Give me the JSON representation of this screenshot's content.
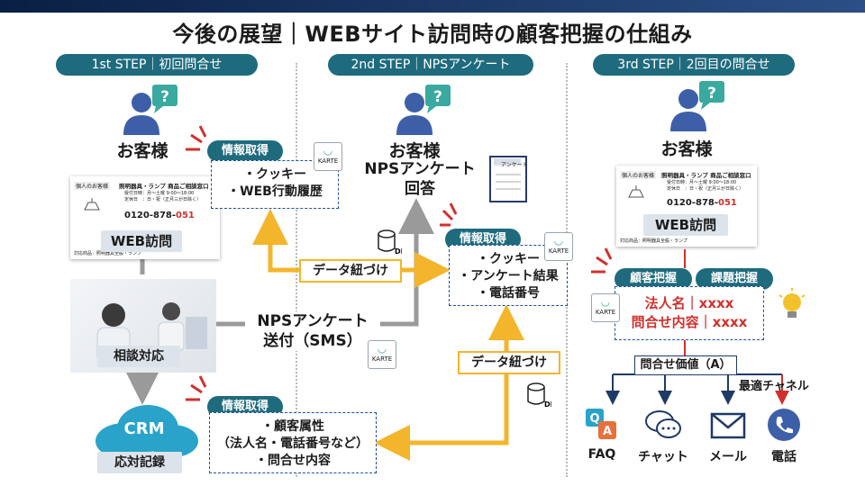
{
  "title": "今後の展望｜WEBサイト訪問時の顧客把握の仕組み",
  "steps": [
    "1st STEP｜初回問合せ",
    "2nd STEP｜NPSアンケート",
    "3rd STEP｜2回目の問合せ"
  ],
  "customer_label": "お客様",
  "card": {
    "badge": "個人のお客様",
    "heading": "照明器具・ランプ 商品ご相談窓口",
    "hours": "受付日時：月～土曜 9:00～18:00",
    "closed": "定休日　：日・祝（正月三が日除く）",
    "phone_prefix": "0120-878-",
    "phone_suffix": "051",
    "footer": "対応商品：照明器具全般・ランプ"
  },
  "web_visit": "WEB訪問",
  "consult": "相談対応",
  "crm": "CRM",
  "crm_record": "応対記録",
  "info_tag": "情報取得",
  "info1": [
    "・クッキー",
    "・WEB行動履歴"
  ],
  "info2": [
    "・クッキー",
    "・アンケート結果",
    "・電話番号"
  ],
  "info3": [
    "・顧客属性",
    "（法人名・電話番号など）",
    "・問合せ内容"
  ],
  "nps_answer": [
    "NPSアンケート",
    "回答"
  ],
  "nps_send": [
    "NPSアンケート",
    "送付（SMS）"
  ],
  "data_link": "データ紐づけ",
  "survey_doc": "アンケート",
  "karte": "KARTE",
  "db": "DB",
  "customer_grasp": "顧客把握",
  "issue_grasp": "課題把握",
  "corp_line": "法人名｜xxxx",
  "inquiry_line": "問合せ内容｜xxxx",
  "inquiry_value": "問合せ価値（A）",
  "optimal_channel": "最適チャネル",
  "channels": [
    "FAQ",
    "チャット",
    "メール",
    "電話"
  ],
  "colors": {
    "teal": "#1f6b7e",
    "yellow": "#f3b52b",
    "red": "#d0312d",
    "navy": "#1f3a66"
  }
}
